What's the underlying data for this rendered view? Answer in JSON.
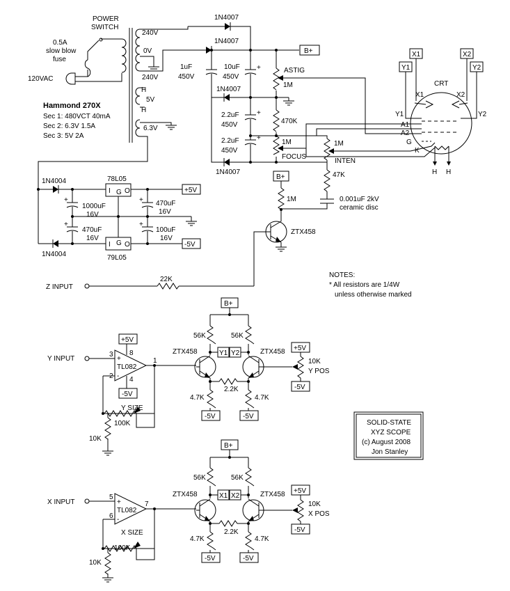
{
  "power": {
    "switch_label_1": "POWER",
    "switch_label_2": "SWITCH",
    "fuse_1": "0.5A",
    "fuse_2": "slow blow",
    "fuse_3": "fuse",
    "mains": "120VAC"
  },
  "transformer": {
    "title": "Hammond 270X",
    "sec1": "Sec 1: 480VCT 40mA",
    "sec2": "Sec 2: 6.3V 1.5A",
    "sec3": "Sec 3: 5V 2A",
    "tap_240a": "240V",
    "tap_0v": "0V",
    "tap_240b": "240V",
    "tap_h1": "H",
    "tap_5v": "5V",
    "tap_h2": "H",
    "tap_63v": "6.3V"
  },
  "hv": {
    "d1": "1N4007",
    "d2": "1N4007",
    "d3": "1N4007",
    "d4": "1N4007",
    "c1_val": "1uF",
    "c1_v": "450V",
    "c2_val": "10uF",
    "c2_v": "450V",
    "c3_val": "2.2uF",
    "c3_v": "450V",
    "c4_val": "2.2uF",
    "c4_v": "450V",
    "bplus": "B+",
    "astig": "ASTIG",
    "r_astig": "1M",
    "r_470k": "470K",
    "r_focus": "1M",
    "focus": "FOCUS",
    "r_inten": "1M",
    "inten": "INTEN",
    "r_47k": "47K",
    "cap_disc_1": "0.001uF 2kV",
    "cap_disc_2": "ceramic disc"
  },
  "crt": {
    "label": "CRT",
    "x1": "X1",
    "x2": "X2",
    "y1": "Y1",
    "y2": "Y2",
    "a1": "A1",
    "a2": "A2",
    "g": "G",
    "k": "K",
    "h1": "H",
    "h2": "H"
  },
  "lv": {
    "d1": "1N4004",
    "d2": "1N4004",
    "reg_pos": "78L05",
    "reg_neg": "79L05",
    "reg_i": "I",
    "reg_g": "G",
    "reg_o": "O",
    "c1_val": "1000uF",
    "c1_v": "16V",
    "c2_val": "470uF",
    "c2_v": "16V",
    "c3_val": "470uF",
    "c3_v": "16V",
    "c4_val": "100uF",
    "c4_v": "16V",
    "pos5": "+5V",
    "neg5": "-5V"
  },
  "z": {
    "input": "Z INPUT",
    "r": "22K",
    "bplus": "B+",
    "r_base": "1M",
    "transistor": "ZTX458"
  },
  "notes": {
    "title": "NOTES:",
    "line1": "* All resistors are 1/4W",
    "line2": "unless otherwise marked"
  },
  "y_amp": {
    "input": "Y INPUT",
    "opamp": "TL082",
    "pin3": "3",
    "pin2": "2",
    "pin8": "8",
    "pin4": "4",
    "pin1": "1",
    "pos5": "+5V",
    "neg5": "-5V",
    "size": "Y SIZE",
    "size_r": "100K",
    "r10k": "10K",
    "bplus": "B+",
    "r56a": "56K",
    "r56b": "56K",
    "q1": "ZTX458",
    "q2": "ZTX458",
    "out1": "Y1",
    "out2": "Y2",
    "r47a": "4.7K",
    "r47b": "4.7K",
    "r22": "2.2K",
    "neg5a": "-5V",
    "neg5b": "-5V",
    "pos_r": "10K",
    "pos_label": "Y POS",
    "pos_p5": "+5V",
    "pos_n5": "-5V"
  },
  "x_amp": {
    "input": "X INPUT",
    "opamp": "TL082",
    "pin5": "5",
    "pin6": "6",
    "pin7": "7",
    "size": "X SIZE",
    "size_r": "100K",
    "r10k": "10K",
    "bplus": "B+",
    "r56a": "56K",
    "r56b": "56K",
    "q1": "ZTX458",
    "q2": "ZTX458",
    "out1": "X1",
    "out2": "X2",
    "r47a": "4.7K",
    "r47b": "4.7K",
    "r22": "2.2K",
    "neg5a": "-5V",
    "neg5b": "-5V",
    "pos_r": "10K",
    "pos_label": "X POS",
    "pos_p5": "+5V",
    "pos_n5": "-5V"
  },
  "title_box": {
    "line1": "SOLID-STATE",
    "line2": "XYZ SCOPE",
    "line3": "(c)  August 2008",
    "line4": "Jon Stanley"
  }
}
